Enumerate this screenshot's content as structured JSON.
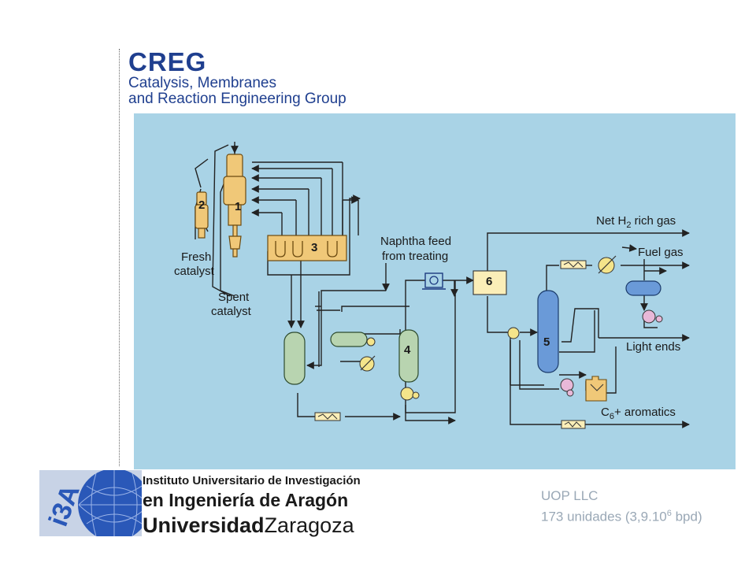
{
  "header": {
    "acronym": "CREG",
    "name_line1": "Catalysis, Membranes",
    "name_line2": "and Reaction Engineering Group"
  },
  "diagram": {
    "equipment_numbers": [
      "1",
      "2",
      "3",
      "4",
      "5",
      "6"
    ],
    "labels": {
      "fresh_catalyst_1": "Fresh",
      "fresh_catalyst_2": "catalyst",
      "spent_catalyst_1": "Spent",
      "spent_catalyst_2": "catalyst",
      "naphtha_1": "Naphtha feed",
      "naphtha_2": "from treating",
      "net_h2_pre": "Net H",
      "net_h2_sub": "2",
      "net_h2_post": " rich gas",
      "fuel_gas": "Fuel gas",
      "light_ends": "Light ends",
      "aromatics_pre": "C",
      "aromatics_sub": "6",
      "aromatics_post": "+ aromatics"
    },
    "colors": {
      "background": "#a9d3e6",
      "reactor": "#f0c878",
      "column": "#b8d4b0",
      "blue_vessel": "#6a9ad8",
      "box": "#fbeeb8",
      "pink_pump": "#e8b8d8",
      "yellow_pump": "#f4e48a"
    }
  },
  "footer": {
    "institute_line1": "Instituto Universitario de Investigación",
    "institute_line2": "en Ingeniería de Aragón",
    "university_bold": "Universidad",
    "university_city": "Zaragoza",
    "logo_text": "i3A",
    "source_line1": "UOP LLC",
    "source_line2_pre": "173 unidades  (3,9.10",
    "source_line2_sup": "6",
    "source_line2_post": " bpd)"
  }
}
